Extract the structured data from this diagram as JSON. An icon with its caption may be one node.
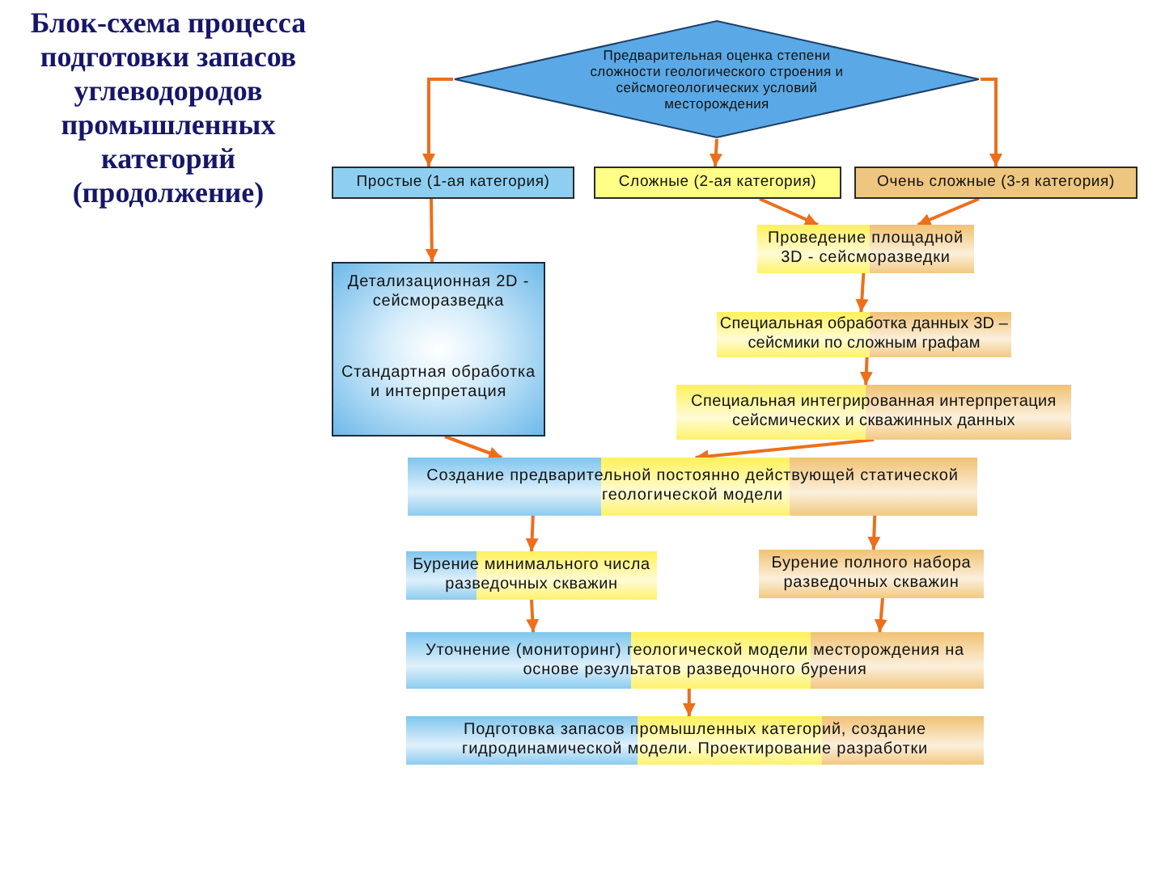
{
  "diagram": {
    "title": "Блок-схема процесса подготовки запасов углеводородов промышленных категорий (продолжение)",
    "nodes": [
      {
        "text": [
          "Предварительная оценка степени сложности геологического строения и сейсмогеологических условий месторождения"
        ]
      },
      {
        "text": [
          "Простые (1-ая категория)"
        ]
      },
      {
        "text": [
          "Сложные (2-ая категория)"
        ]
      },
      {
        "text": [
          "Очень сложные (3-я категория)"
        ]
      },
      {
        "text": [
          "Проведение площадной 3D - сейсморазведки"
        ]
      },
      {
        "text": [
          "Детализационная 2D - сейсморазведка",
          "Стандартная обработка и интерпретация"
        ]
      },
      {
        "text": [
          "Специальная обработка данных 3D – сейсмики по сложным графам"
        ]
      },
      {
        "text": [
          "Специальная интегрированная интерпретация сейсмических и скважинных данных"
        ]
      },
      {
        "text": [
          "Создание предварительной постоянно действующей статической геологической модели"
        ]
      },
      {
        "text": [
          "Бурение минимального числа разведочных скважин"
        ]
      },
      {
        "text": [
          "Бурение полного набора разведочных скважин"
        ]
      },
      {
        "text": [
          "Уточнение (мониторинг) геологической модели месторождения на основе результатов разведочного бурения"
        ]
      },
      {
        "text": [
          "Подготовка запасов промышленных категорий, создание гидродинамической модели. Проектирование разработки"
        ]
      }
    ],
    "edges": [
      {
        "from": 0,
        "to": 1,
        "arrow": "to"
      },
      {
        "from": 0,
        "to": 2,
        "arrow": "to"
      },
      {
        "from": 0,
        "to": 3,
        "arrow": "to"
      },
      {
        "from": 1,
        "to": 5,
        "arrow": "to"
      },
      {
        "from": 2,
        "to": 4,
        "arrow": "to"
      },
      {
        "from": 3,
        "to": 4,
        "arrow": "to"
      },
      {
        "from": 4,
        "to": 6,
        "arrow": "to"
      },
      {
        "from": 6,
        "to": 7,
        "arrow": "to"
      },
      {
        "from": 5,
        "to": 8,
        "arrow": "to"
      },
      {
        "from": 7,
        "to": 8,
        "arrow": "to"
      },
      {
        "from": 8,
        "to": 9,
        "arrow": "to"
      },
      {
        "from": 8,
        "to": 10,
        "arrow": "to"
      },
      {
        "from": 9,
        "to": 11,
        "arrow": "to"
      },
      {
        "from": 10,
        "to": 11,
        "arrow": "to"
      },
      {
        "from": 11,
        "to": 12,
        "arrow": "to"
      }
    ]
  }
}
